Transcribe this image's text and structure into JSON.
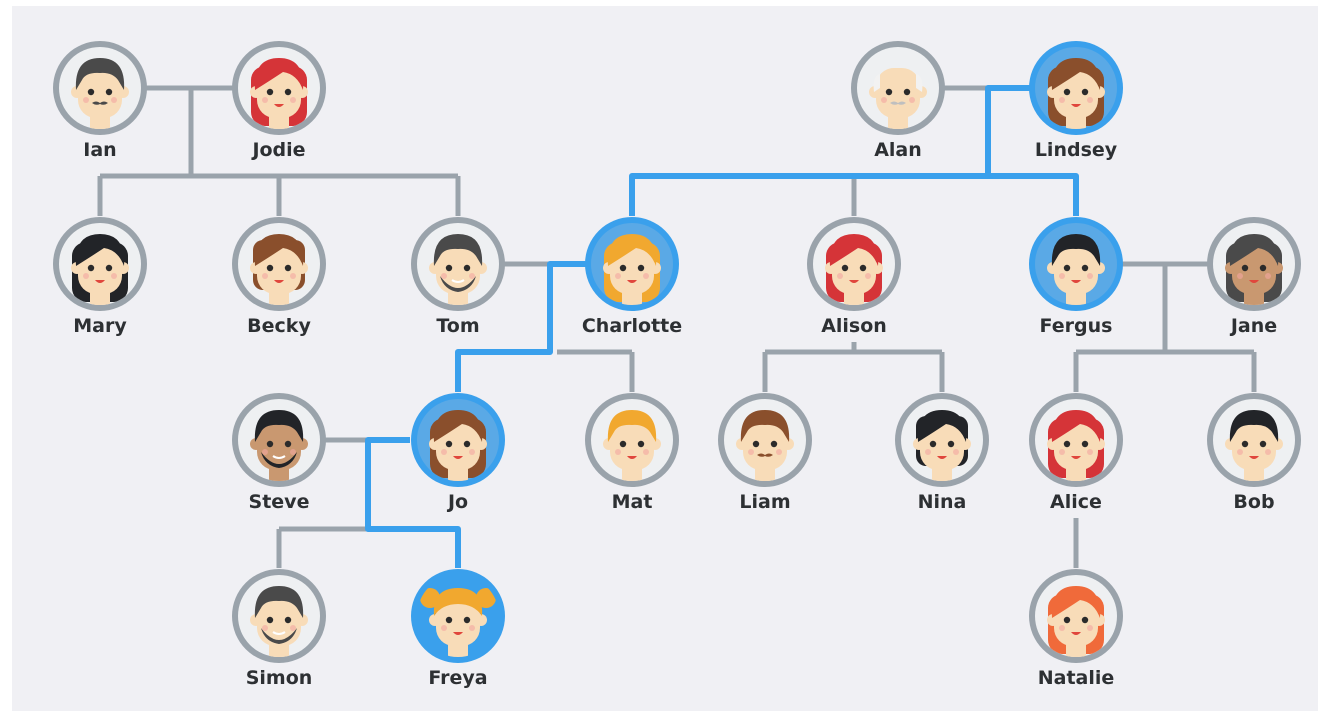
{
  "colors": {
    "background": "#f0f0f4",
    "line": "#9aa3ab",
    "highlight": "#3aa0ec",
    "ring": "#9aa3ab",
    "ring_highlight": "#3aa0ec",
    "inner_highlight": "#5aa9e6",
    "skin": "#f8dcb8",
    "skin_dark": "#a86e4e",
    "skin_mid": "#c99870",
    "eye": "#2b2b2b",
    "mouth": "#e0463c"
  },
  "people": {
    "ian": {
      "name": "Ian",
      "hair": "#4a4a4a",
      "style": "short",
      "skin": "skin",
      "beard": false,
      "mustache": true
    },
    "jodie": {
      "name": "Jodie",
      "hair": "#d53438",
      "style": "long",
      "skin": "skin",
      "beard": false,
      "mustache": false
    },
    "alan": {
      "name": "Alan",
      "hair": "#f2f2f2",
      "style": "bald",
      "skin": "skin",
      "beard": false,
      "mustache": true
    },
    "lindsey": {
      "name": "Lindsey",
      "hair": "#8a4f2c",
      "style": "long",
      "skin": "skin",
      "beard": false,
      "mustache": false,
      "highlight": true
    },
    "mary": {
      "name": "Mary",
      "hair": "#222428",
      "style": "long",
      "skin": "skin",
      "beard": false,
      "mustache": false
    },
    "becky": {
      "name": "Becky",
      "hair": "#8a4f2c",
      "style": "bob",
      "skin": "skin",
      "beard": false,
      "mustache": false
    },
    "tom": {
      "name": "Tom",
      "hair": "#4a4a4a",
      "style": "short",
      "skin": "skin",
      "beard": true,
      "mustache": false
    },
    "charlotte": {
      "name": "Charlotte",
      "hair": "#f1a82f",
      "style": "long",
      "skin": "skin",
      "beard": false,
      "mustache": false,
      "highlight": true
    },
    "alison": {
      "name": "Alison",
      "hair": "#d53438",
      "style": "long",
      "skin": "skin",
      "beard": false,
      "mustache": false
    },
    "fergus": {
      "name": "Fergus",
      "hair": "#222428",
      "style": "short",
      "skin": "skin",
      "beard": false,
      "mustache": false,
      "highlight": true
    },
    "jane": {
      "name": "Jane",
      "hair": "#4a4a4a",
      "style": "long",
      "skin": "skin_mid",
      "beard": false,
      "mustache": false
    },
    "steve": {
      "name": "Steve",
      "hair": "#222428",
      "style": "short",
      "skin": "skin_mid",
      "beard": true,
      "mustache": false
    },
    "jo": {
      "name": "Jo",
      "hair": "#8a4f2c",
      "style": "long",
      "skin": "skin",
      "beard": false,
      "mustache": false,
      "highlight": true
    },
    "mat": {
      "name": "Mat",
      "hair": "#f1a82f",
      "style": "short",
      "skin": "skin",
      "beard": false,
      "mustache": false
    },
    "liam": {
      "name": "Liam",
      "hair": "#8a4f2c",
      "style": "short",
      "skin": "skin",
      "beard": false,
      "mustache": true
    },
    "nina": {
      "name": "Nina",
      "hair": "#222428",
      "style": "bob",
      "skin": "skin",
      "beard": false,
      "mustache": false
    },
    "alice": {
      "name": "Alice",
      "hair": "#d53438",
      "style": "long",
      "skin": "skin",
      "beard": false,
      "mustache": false
    },
    "bob": {
      "name": "Bob",
      "hair": "#222428",
      "style": "short",
      "skin": "skin",
      "beard": false,
      "mustache": false
    },
    "simon": {
      "name": "Simon",
      "hair": "#4a4a4a",
      "style": "short",
      "skin": "skin",
      "beard": true,
      "mustache": false
    },
    "freya": {
      "name": "Freya",
      "hair": "#f1a82f",
      "style": "pigtails",
      "skin": "skin",
      "beard": false,
      "mustache": false,
      "highlight": true,
      "full_highlight": true
    },
    "natalie": {
      "name": "Natalie",
      "hair": "#f06a3a",
      "style": "long",
      "skin": "skin",
      "beard": false,
      "mustache": false
    }
  }
}
